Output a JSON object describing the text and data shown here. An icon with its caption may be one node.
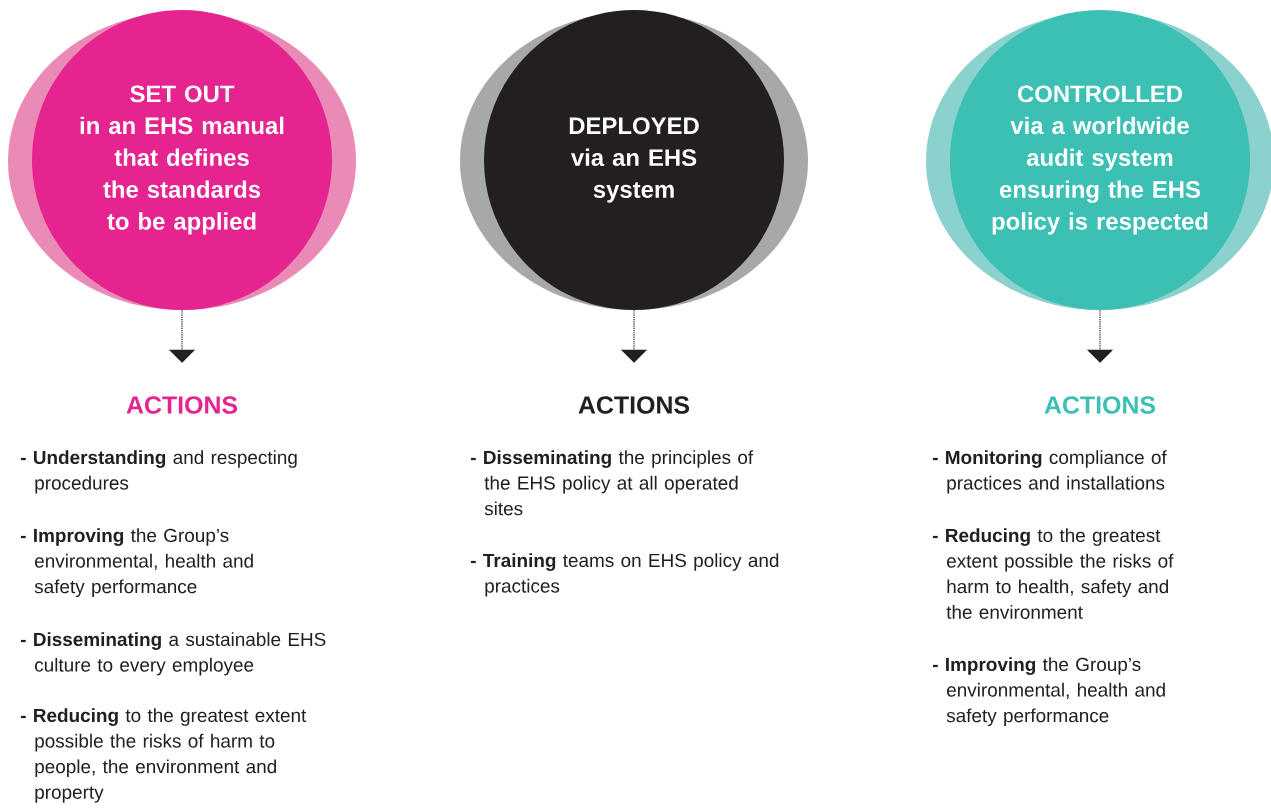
{
  "diagram": {
    "nodes": [
      {
        "text": [
          "SET OUT",
          "in an EHS manual that defines the standards to be applied"
        ]
      },
      {
        "text": [
          "DEPLOYED",
          "via an EHS system"
        ]
      },
      {
        "text": [
          "CONTROLLED",
          "via a worldwide audit system ensuring the EHS policy is respected"
        ]
      },
      {
        "text": [
          "ACTIONS"
        ]
      },
      {
        "text": [
          "ACTIONS"
        ]
      },
      {
        "text": [
          "ACTIONS"
        ]
      }
    ],
    "edges": [
      {
        "from": 0,
        "to": 3,
        "arrow": "to",
        "style": "dashed"
      },
      {
        "from": 1,
        "to": 4,
        "arrow": "to",
        "style": "dashed"
      },
      {
        "from": 2,
        "to": 5,
        "arrow": "to",
        "style": "dashed"
      }
    ],
    "labels": [
      "**- Understanding** and respecting procedures",
      "**- Improving** the Group’s environmental, health and safety performance",
      "**- Disseminating** a sustainable EHS culture to every employee",
      "**- Reducing** to the greatest extent possible the risks of harm to people, the environment and property",
      "**- Disseminating** the principles of the EHS policy at all operated sites",
      "**- Training** teams on EHS policy and practices",
      "**- Monitoring** compliance of practices and installations",
      "**- Reducing** to the greatest extent possible the risks of harm to health, safety and the environment",
      "**- Improving** the Group’s environmental, health and safety performance"
    ]
  }
}
